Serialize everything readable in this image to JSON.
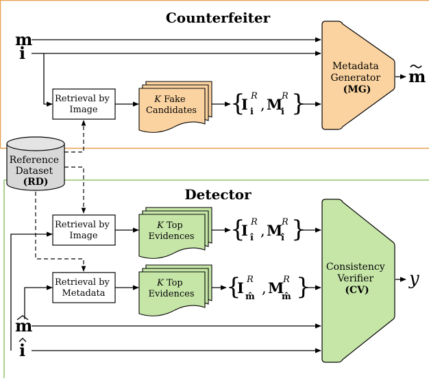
{
  "counterfeiter": {
    "title": "Counterfeiter",
    "input_m": "m",
    "input_i": "i",
    "retrieval": [
      "Retrieval by",
      "Image"
    ],
    "fake": {
      "k": "K",
      "line1_rest": " Fake",
      "line2": "Candidates"
    },
    "fake_set": {
      "I": "I",
      "M": "M",
      "sub": "i",
      "sup": "R"
    },
    "generator": {
      "lines": [
        "Metadata",
        "Generator"
      ],
      "abbr": "(MG)"
    },
    "output": "m"
  },
  "reference": {
    "lines": [
      "Reference",
      "Dataset"
    ],
    "abbr": "(RD)"
  },
  "detector": {
    "title": "Detector",
    "retrieval_image": [
      "Retrieval by",
      "Image"
    ],
    "retrieval_metadata": [
      "Retrieval by",
      "Metadata"
    ],
    "evidences_image": {
      "k": "K",
      "line1_rest": " Top",
      "line2": "Evidences"
    },
    "evidences_metadata": {
      "k": "K",
      "line1_rest": " Top",
      "line2": "Evidences"
    },
    "image_set": {
      "I": "I",
      "M": "M",
      "sub": "î",
      "sup": "R"
    },
    "metadata_set": {
      "I": "I",
      "M": "M",
      "sub": "m̂",
      "sup": "R"
    },
    "verifier": {
      "lines": [
        "Consistency",
        "Verifier"
      ],
      "abbr": "(CV)"
    },
    "input_m": "m",
    "input_i": "i",
    "output": "y"
  },
  "colors": {
    "counterfeiter_border": "#e8a050",
    "detector_border": "#8fc36a",
    "orange_fill": "#fbd3a0",
    "green_fill": "#c6e6a8",
    "cylinder_fill": "#d8d8d8"
  }
}
